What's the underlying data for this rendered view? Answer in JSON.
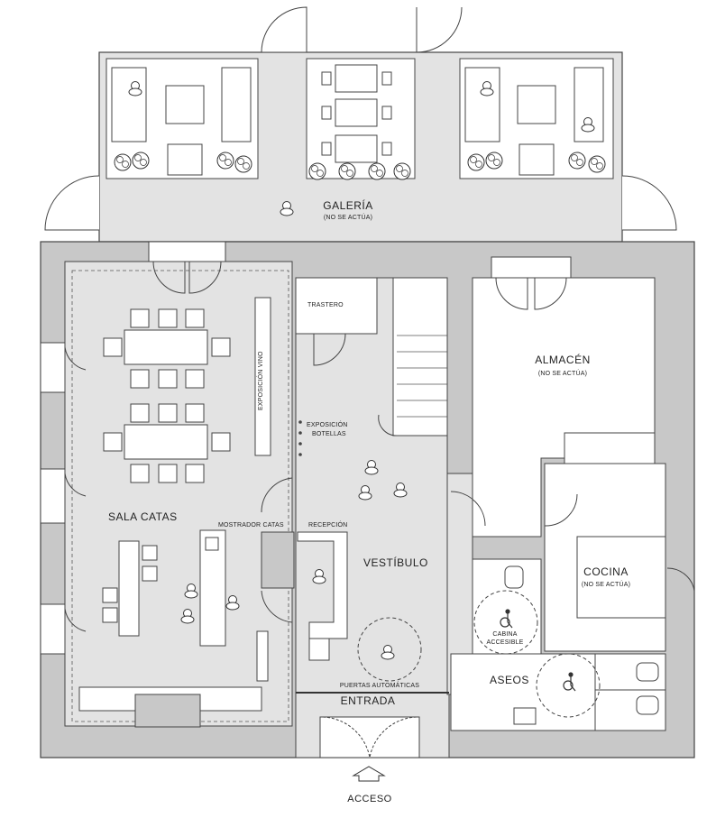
{
  "rooms": {
    "galeria": {
      "name": "GALERÍA",
      "note": "(NO SE ACTÚA)"
    },
    "almacen": {
      "name": "ALMACÉN",
      "note": "(NO SE ACTÚA)"
    },
    "cocina": {
      "name": "COCINA",
      "note": "(NO SE ACTÚA)"
    },
    "sala_catas": {
      "name": "SALA CATAS"
    },
    "vestibulo": {
      "name": "VESTÍBULO"
    },
    "aseos": {
      "name": "ASEOS"
    },
    "entrada": {
      "name": "ENTRADA"
    },
    "trastero": {
      "name": "TRASTERO"
    }
  },
  "fixtures": {
    "exposicion_vino": "EXPOSICIÓN VINO",
    "exposicion_botellas_line1": "EXPOSICIÓN",
    "exposicion_botellas_line2": "BOTELLAS",
    "mostrador_catas": "MOSTRADOR CATAS",
    "recepcion": "RECEPCIÓN",
    "puertas_automaticas": "PUERTAS AUTOMÁTICAS",
    "cabina_line1": "CABINA",
    "cabina_line2": "ACCESIBLE"
  },
  "access": {
    "label": "ACCESO",
    "icon": "arrow-up-icon"
  },
  "symbols": [
    "wheelchair-icon",
    "person-icon",
    "tree-icon",
    "door-swing-icon"
  ],
  "colors": {
    "wall": "#c8c8c8",
    "floor": "#e3e3e3",
    "line": "#333333",
    "background": "#ffffff"
  }
}
